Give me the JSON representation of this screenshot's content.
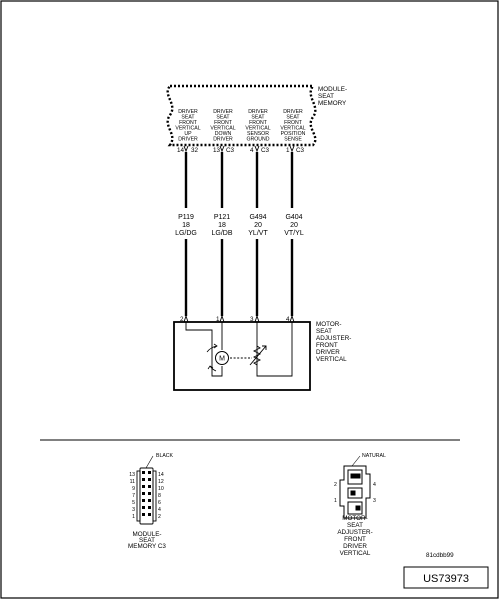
{
  "module": {
    "name_lines": [
      "MODULE-",
      "SEAT",
      "MEMORY"
    ],
    "circuits": [
      {
        "desc_lines": [
          "DRIVER",
          "SEAT",
          "FRONT",
          "VERTICAL",
          "UP",
          "DRIVER"
        ],
        "cavity": "14",
        "connector": "32",
        "wire_id": "P119",
        "gauge": "18",
        "color": "LG/DG",
        "motor_pin": "2"
      },
      {
        "desc_lines": [
          "DRIVER",
          "SEAT",
          "FRONT",
          "VERTICAL",
          "DOWN",
          "DRIVER"
        ],
        "cavity": "13",
        "connector": "C3",
        "wire_id": "P121",
        "gauge": "18",
        "color": "LG/DB",
        "motor_pin": "1"
      },
      {
        "desc_lines": [
          "DRIVER",
          "SEAT",
          "FRONT",
          "VERTICAL",
          "SENSOR",
          "GROUND"
        ],
        "cavity": "4",
        "connector": "C3",
        "wire_id": "G494",
        "gauge": "20",
        "color": "YL/VT",
        "motor_pin": "3"
      },
      {
        "desc_lines": [
          "DRIVER",
          "SEAT",
          "FRONT",
          "VERTICAL",
          "POSITION",
          "SENSE"
        ],
        "cavity": "1",
        "connector": "C3",
        "wire_id": "G404",
        "gauge": "20",
        "color": "VT/YL",
        "motor_pin": "4"
      }
    ]
  },
  "motor": {
    "name_lines": [
      "MOTOR-",
      "SEAT",
      "ADJUSTER-",
      "FRONT",
      "DRIVER",
      "VERTICAL"
    ],
    "symbol": "M"
  },
  "connector_views": {
    "module_c3": {
      "color_label": "BLACK",
      "left_pins": [
        "13",
        "11",
        "9",
        "7",
        "5",
        "3",
        "1"
      ],
      "right_pins": [
        "14",
        "12",
        "10",
        "8",
        "6",
        "4",
        "2"
      ],
      "name_lines": [
        "MODULE-",
        "SEAT",
        "MEMORY C3"
      ]
    },
    "motor": {
      "color_label": "NATURAL",
      "pin_labels": [
        "2",
        "4",
        "1",
        "3"
      ],
      "name_lines": [
        "MOTOR-",
        "SEAT",
        "ADJUSTER-",
        "FRONT",
        "DRIVER",
        "VERTICAL"
      ]
    }
  },
  "figure_code": "81cdbb99",
  "document_id": "US73973"
}
